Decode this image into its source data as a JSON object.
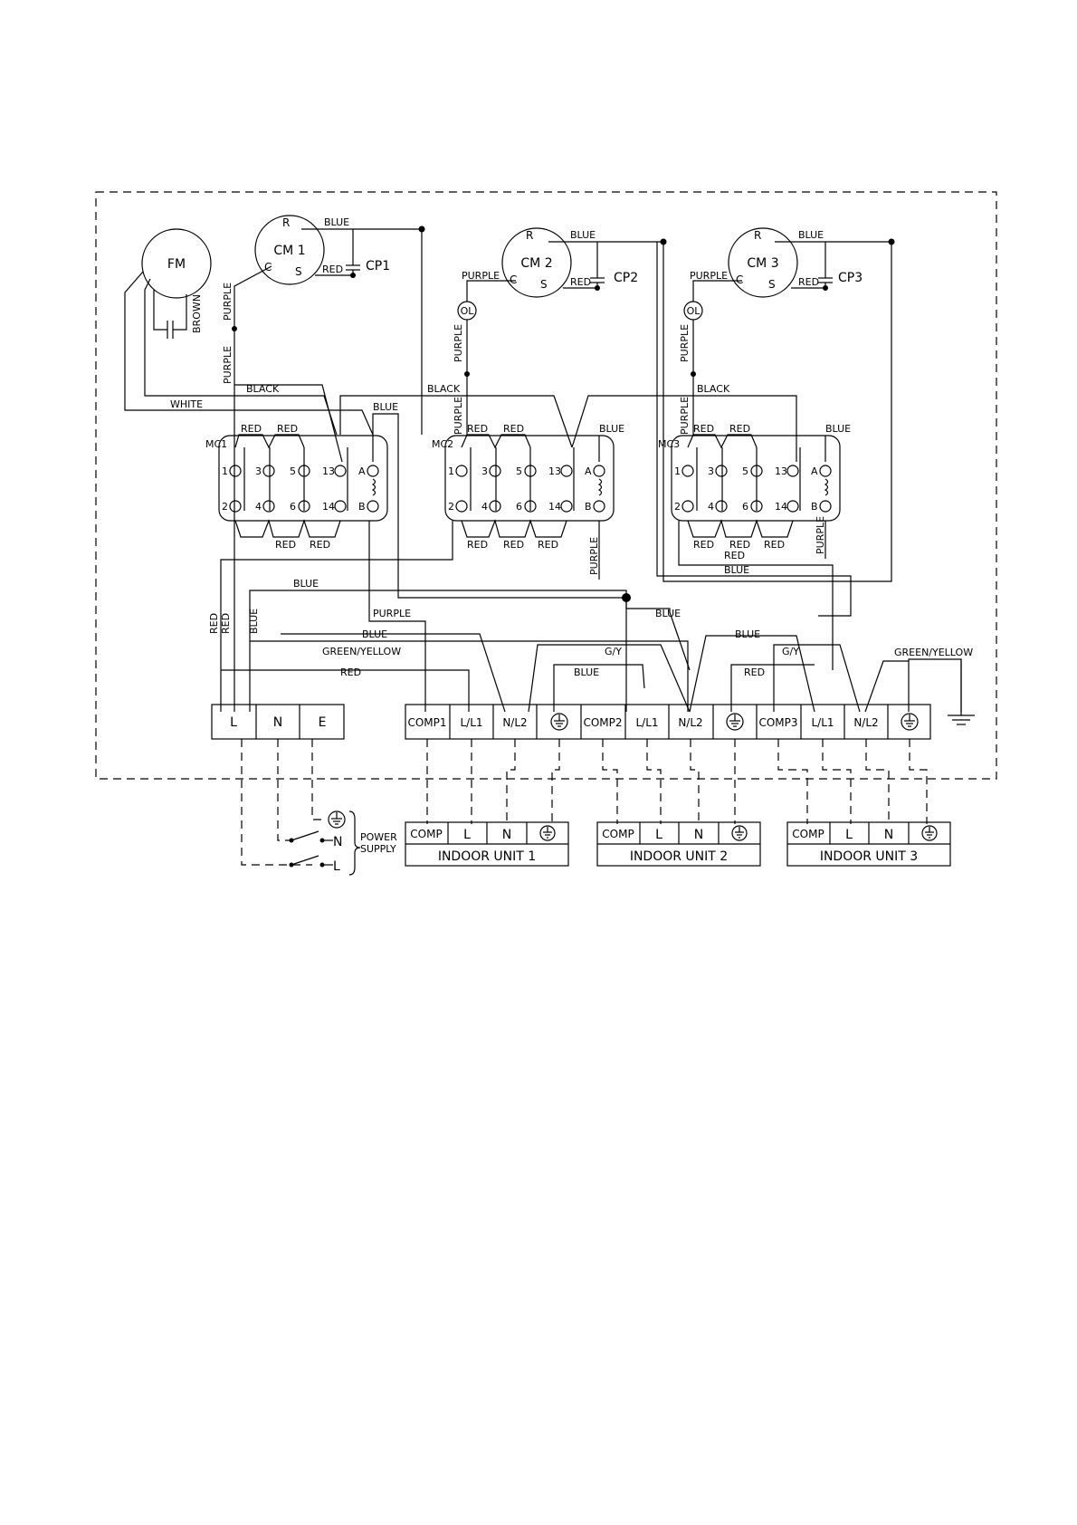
{
  "motors": {
    "fan": "FM",
    "cm1": {
      "name": "CM 1",
      "r": "R",
      "c": "C",
      "s": "S"
    },
    "cm2": {
      "name": "CM 2",
      "r": "R",
      "c": "C",
      "s": "S"
    },
    "cm3": {
      "name": "CM 3",
      "r": "R",
      "c": "C",
      "s": "S"
    },
    "ol": "OL"
  },
  "capacitors": {
    "cp1": "CP1",
    "cp2": "CP2",
    "cp3": "CP3"
  },
  "contactors": {
    "mc1": "MC1",
    "mc2": "MC2",
    "mc3": "MC3",
    "pins": {
      "p1": "1",
      "p2": "2",
      "p3": "3",
      "p4": "4",
      "p5": "5",
      "p6": "6",
      "p13": "13",
      "p14": "14",
      "pa": "A",
      "pb": "B"
    }
  },
  "wires": {
    "blue": "BLUE",
    "red": "RED",
    "purple": "PURPLE",
    "black": "BLACK",
    "white": "WHITE",
    "brown": "BROWN",
    "green_yellow": "GREEN/YELLOW",
    "gy": "G/Y"
  },
  "terminals": {
    "main": [
      "L",
      "N",
      "E"
    ],
    "comp1": "COMP1",
    "comp2": "COMP2",
    "comp3": "COMP3",
    "l_l1": "L/L1",
    "n_l2": "N/L2"
  },
  "indoor": {
    "comp": "COMP",
    "l": "L",
    "n": "N",
    "unit1": "INDOOR  UNIT  1",
    "unit2": "INDOOR  UNIT  2",
    "unit3": "INDOOR  UNIT  3"
  },
  "power": {
    "line1": "POWER",
    "line2": "SUPPLY",
    "n": "N",
    "l": "L"
  }
}
